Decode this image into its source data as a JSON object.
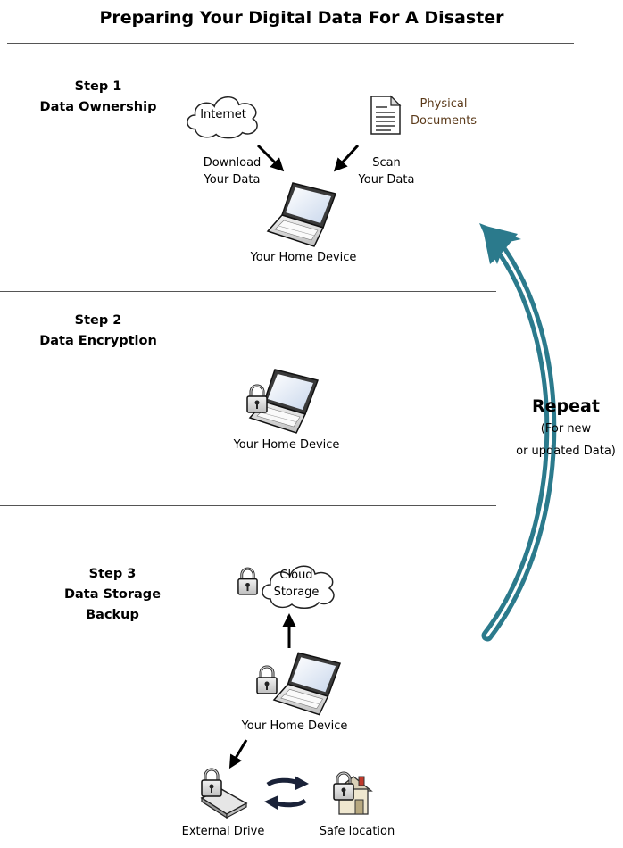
{
  "title": "Preparing Your Digital Data For A Disaster",
  "colors": {
    "accent": "#2b7a8c",
    "text": "#000000",
    "doc_label": "#5b3a1a"
  },
  "step1": {
    "heading": [
      "Step 1",
      "Data Ownership"
    ],
    "cloud_label": "Internet",
    "doc_label": [
      "Physical",
      "Documents"
    ],
    "download_label": [
      "Download",
      "Your Data"
    ],
    "scan_label": [
      "Scan",
      "Your Data"
    ],
    "device_label": "Your Home Device"
  },
  "step2": {
    "heading": [
      "Step 2",
      "Data Encryption"
    ],
    "device_label": "Your Home Device"
  },
  "step3": {
    "heading": [
      "Step 3",
      "Data Storage",
      "Backup"
    ],
    "cloud_label": [
      "Cloud",
      "Storage"
    ],
    "device_label": "Your Home Device",
    "drive_label": "External Drive",
    "safe_label": "Safe location"
  },
  "repeat": {
    "label": "Repeat",
    "sub": [
      "(For new",
      "or updated Data)"
    ]
  },
  "icons": [
    "cloud-icon",
    "document-icon",
    "laptop-icon",
    "padlock-icon",
    "external-drive-icon",
    "house-icon",
    "arrow-icon",
    "swap-arrows-icon",
    "curved-arrow-icon"
  ]
}
